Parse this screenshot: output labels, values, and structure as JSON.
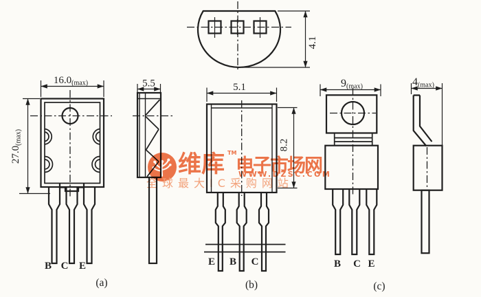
{
  "watermark": {
    "brand": "维库",
    "tm": "TM",
    "brand_suffix": "电子市场网",
    "url": "WWW.DZSC.COM",
    "tagline": "全球最大IC采购网站",
    "color": "#ee6f41",
    "color_light": "#f5a078",
    "logo_icon": "circuit-tree-icon"
  },
  "views": {
    "a": {
      "caption": "(a)",
      "front": {
        "width_dim": {
          "value": "16.0",
          "suffix": "(max)"
        },
        "height_dim": {
          "value": "27.0",
          "suffix": "(max)"
        },
        "pins": [
          "B",
          "C",
          "E"
        ]
      },
      "side": {
        "width_dim": {
          "value": "5.5",
          "suffix": ""
        }
      }
    },
    "b": {
      "caption": "(b)",
      "top": {
        "height_dim": {
          "value": "4.1",
          "suffix": ""
        }
      },
      "front": {
        "width_dim": {
          "value": "5.1",
          "suffix": ""
        },
        "height_dim": {
          "value": "8.2",
          "suffix": ""
        },
        "pins": [
          "E",
          "B",
          "C"
        ]
      }
    },
    "c": {
      "caption": "(c)",
      "front": {
        "width_dim": {
          "value": "9",
          "suffix": "(max)"
        },
        "pins": [
          "B",
          "C",
          "E"
        ]
      },
      "side": {
        "width_dim": {
          "value": "4",
          "suffix": "(max)"
        }
      }
    }
  }
}
